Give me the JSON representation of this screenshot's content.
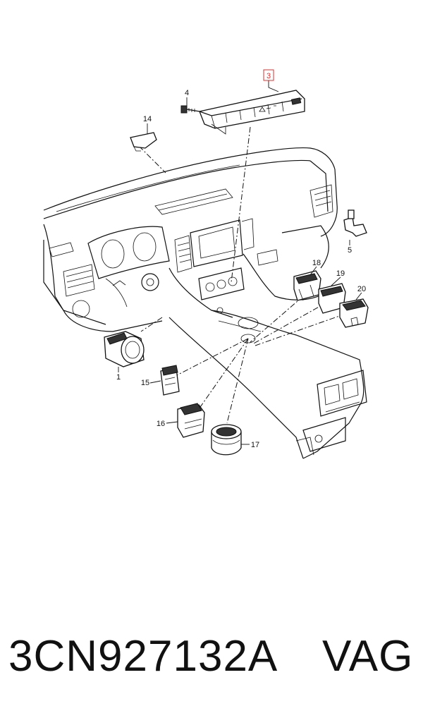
{
  "callouts": [
    {
      "id": "c1",
      "label": "1"
    },
    {
      "id": "c3",
      "label": "3",
      "highlight": true
    },
    {
      "id": "c4",
      "label": "4"
    },
    {
      "id": "c5",
      "label": "5"
    },
    {
      "id": "c14",
      "label": "14"
    },
    {
      "id": "c15",
      "label": "15"
    },
    {
      "id": "c16",
      "label": "16"
    },
    {
      "id": "c17",
      "label": "17"
    },
    {
      "id": "c18",
      "label": "18"
    },
    {
      "id": "c19",
      "label": "19"
    },
    {
      "id": "c20",
      "label": "20"
    }
  ],
  "caption": {
    "part_number": "3CN927132A",
    "brand": "VAG"
  },
  "colors": {
    "highlight_box": "#e03030",
    "line": "#111111"
  }
}
